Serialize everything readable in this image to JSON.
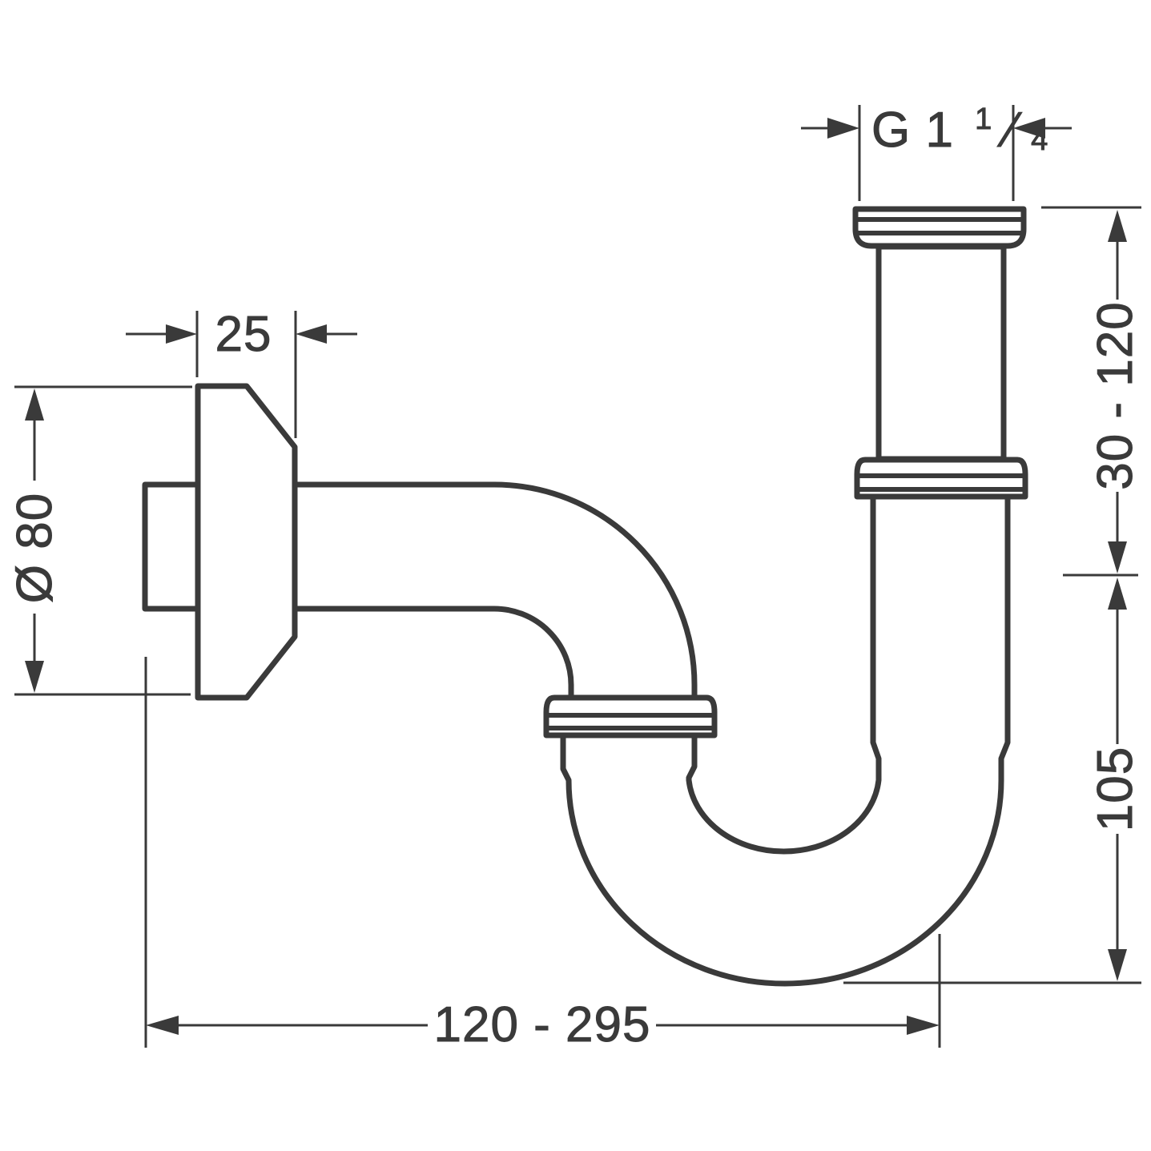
{
  "drawing": {
    "title": "Pipe trap technical drawing",
    "type": "dimensioned side elevation of a P-trap (siphon) with wall flange",
    "colors": {
      "line": "#3a3a3a",
      "background": "#ffffff"
    },
    "labels": {
      "thread_base": "G 1",
      "thread_frac_num": "1",
      "thread_frac_slash": "⁄",
      "thread_frac_den": "4",
      "flange_offset": "25",
      "flange_diameter": "Ø 80",
      "inlet_height_range": "30 - 120",
      "trap_depth": "105",
      "wall_distance_range": "120 - 295"
    }
  }
}
